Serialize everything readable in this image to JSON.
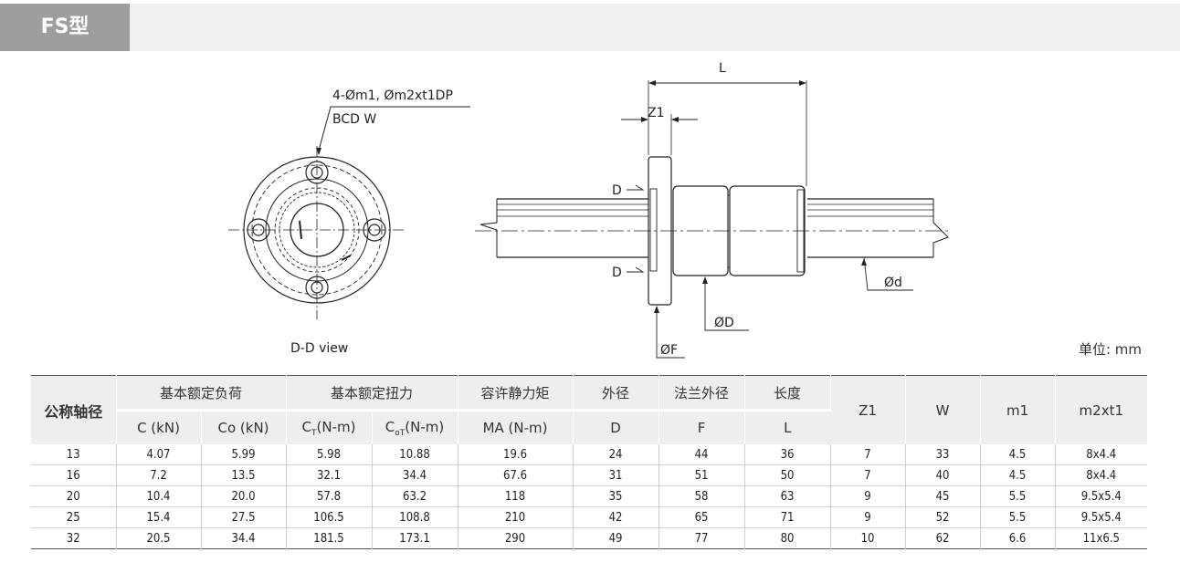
{
  "title": "FS型",
  "unit_label": "单位: mm",
  "drawing": {
    "front_view": {
      "hole_label": "4-Øm1, Øm2xt1DP",
      "bcd_label": "BCD W",
      "view_label": "D-D view"
    },
    "side_view": {
      "length_label": "L",
      "z1_label": "Z1",
      "section_label_top": "D",
      "section_label_bottom": "D",
      "shaft_label": "Ød",
      "nut_label": "ØD",
      "flange_label": "ØF"
    }
  },
  "table": {
    "row_header": "公称轴径",
    "groups": [
      "基本额定负荷",
      "基本额定扭力",
      "容许静力矩",
      "外径",
      "法兰外径",
      "长度"
    ],
    "single_headers": [
      "Z1",
      "W",
      "m1",
      "m2xt1"
    ],
    "subheaders": {
      "c": "C (kN)",
      "co": "Co (kN)",
      "ct_main": "C",
      "ct_sub": "T",
      "ct_unit": "(N-m)",
      "cot_main": "C",
      "cot_sub": "oT",
      "cot_unit": "(N-m)",
      "ma": "MA (N-m)",
      "d": "D",
      "f": "F",
      "l": "L"
    },
    "rows": [
      [
        "13",
        "4.07",
        "5.99",
        "5.98",
        "10.88",
        "19.6",
        "24",
        "44",
        "36",
        "7",
        "33",
        "4.5",
        "8x4.4"
      ],
      [
        "16",
        "7.2",
        "13.5",
        "32.1",
        "34.4",
        "67.6",
        "31",
        "51",
        "50",
        "7",
        "40",
        "4.5",
        "8x4.4"
      ],
      [
        "20",
        "10.4",
        "20.0",
        "57.8",
        "63.2",
        "118",
        "35",
        "58",
        "63",
        "9",
        "45",
        "5.5",
        "9.5x5.4"
      ],
      [
        "25",
        "15.4",
        "27.5",
        "106.5",
        "108.8",
        "210",
        "42",
        "65",
        "71",
        "9",
        "52",
        "5.5",
        "9.5x5.4"
      ],
      [
        "32",
        "20.5",
        "34.4",
        "181.5",
        "173.1",
        "290",
        "49",
        "77",
        "80",
        "10",
        "62",
        "6.6",
        "11x6.5"
      ]
    ]
  }
}
